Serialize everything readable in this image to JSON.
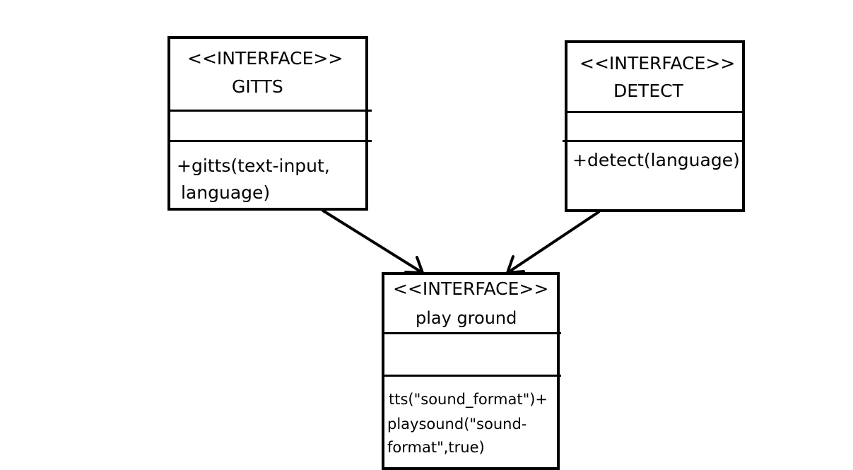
{
  "classes": {
    "gitts": {
      "stereotype": "<<INTERFACE>>",
      "name": "GITTS",
      "method_line1": "+gitts(text-input,",
      "method_line2": "language)"
    },
    "detect": {
      "stereotype": "<<INTERFACE>>",
      "name": "DETECT",
      "method_line1": "+detect(language)"
    },
    "playground": {
      "stereotype": "<<INTERFACE>>",
      "name": "play ground",
      "method_line1": "tts(\"sound_format\")+",
      "method_line2": "playsound(\"sound-",
      "method_line3": "format\",true)"
    }
  },
  "relations": [
    {
      "from": "GITTS",
      "to": "play ground"
    },
    {
      "from": "DETECT",
      "to": "play ground"
    }
  ]
}
